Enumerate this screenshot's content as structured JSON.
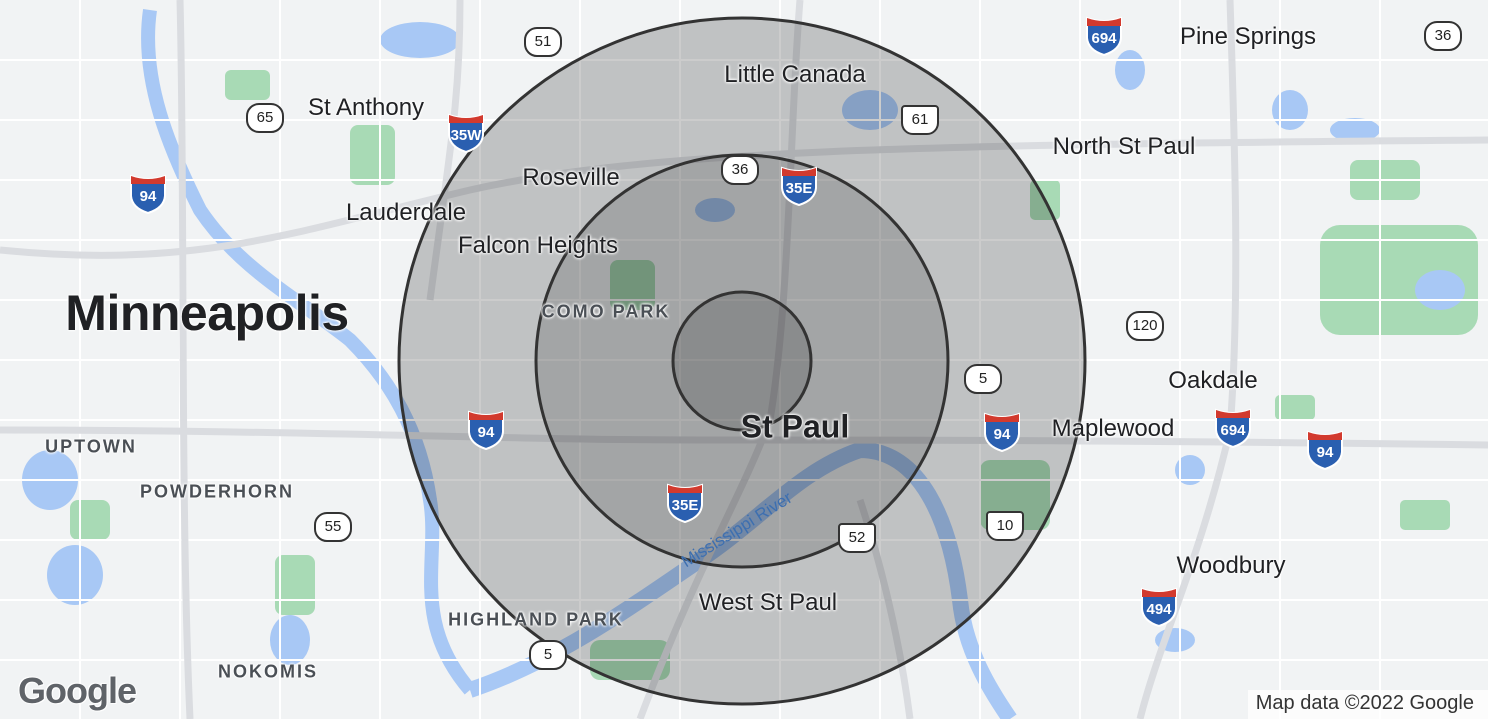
{
  "map": {
    "city_labels": [
      {
        "id": "minneapolis",
        "text": "Minneapolis",
        "kind": "big"
      },
      {
        "id": "st-paul",
        "text": "St Paul",
        "kind": "stpaul"
      },
      {
        "id": "little-canada",
        "text": "Little Canada",
        "kind": "city"
      },
      {
        "id": "pine-springs",
        "text": "Pine Springs",
        "kind": "city"
      },
      {
        "id": "st-anthony",
        "text": "St Anthony",
        "kind": "city"
      },
      {
        "id": "roseville",
        "text": "Roseville",
        "kind": "city"
      },
      {
        "id": "north-st-paul",
        "text": "North St Paul",
        "kind": "city"
      },
      {
        "id": "lauderdale",
        "text": "Lauderdale",
        "kind": "city"
      },
      {
        "id": "falcon-heights",
        "text": "Falcon Heights",
        "kind": "city"
      },
      {
        "id": "oakdale",
        "text": "Oakdale",
        "kind": "city"
      },
      {
        "id": "maplewood",
        "text": "Maplewood",
        "kind": "city"
      },
      {
        "id": "woodbury",
        "text": "Woodbury",
        "kind": "city"
      },
      {
        "id": "west-st-paul",
        "text": "West St Paul",
        "kind": "city"
      },
      {
        "id": "como-park",
        "text": "COMO PARK",
        "kind": "hood"
      },
      {
        "id": "uptown",
        "text": "UPTOWN",
        "kind": "hood"
      },
      {
        "id": "powderhorn",
        "text": "POWDERHORN",
        "kind": "hood"
      },
      {
        "id": "highland-park",
        "text": "HIGHLAND PARK",
        "kind": "hood"
      },
      {
        "id": "nokomis",
        "text": "NOKOMIS",
        "kind": "hood"
      }
    ],
    "river_label": "Mississippi River",
    "interstate_shields": [
      "694",
      "35W",
      "94",
      "35E",
      "94",
      "35E",
      "94",
      "694",
      "494",
      "94"
    ],
    "route_shields": [
      "51",
      "36",
      "65",
      "61",
      "36",
      "120",
      "5",
      "55",
      "52",
      "10",
      "5"
    ],
    "radius_rings": {
      "count": 3,
      "fill": "#000000",
      "stroke": "#333333"
    },
    "colors": {
      "water": "#a8c8f5",
      "park": "#a8dab5",
      "land": "#f1f3f4",
      "interstate_blue": "#2a5fb0",
      "interstate_red": "#d23a2e"
    }
  },
  "footer": {
    "logo": "Google",
    "attribution": "Map data ©2022 Google"
  }
}
